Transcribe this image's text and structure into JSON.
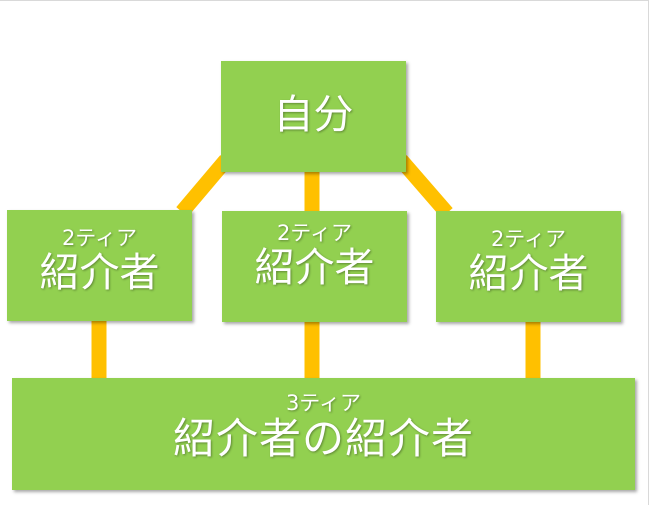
{
  "diagram": {
    "colors": {
      "box_fill": "#92d050",
      "connector": "#ffc000",
      "text": "#ffffff"
    },
    "top_node": {
      "label": "自分"
    },
    "tier2_nodes": [
      {
        "tier": "2ティア",
        "label": "紹介者"
      },
      {
        "tier": "2ティア",
        "label": "紹介者"
      },
      {
        "tier": "2ティア",
        "label": "紹介者"
      }
    ],
    "tier3_node": {
      "tier": "3ティア",
      "label": "紹介者の紹介者"
    }
  }
}
